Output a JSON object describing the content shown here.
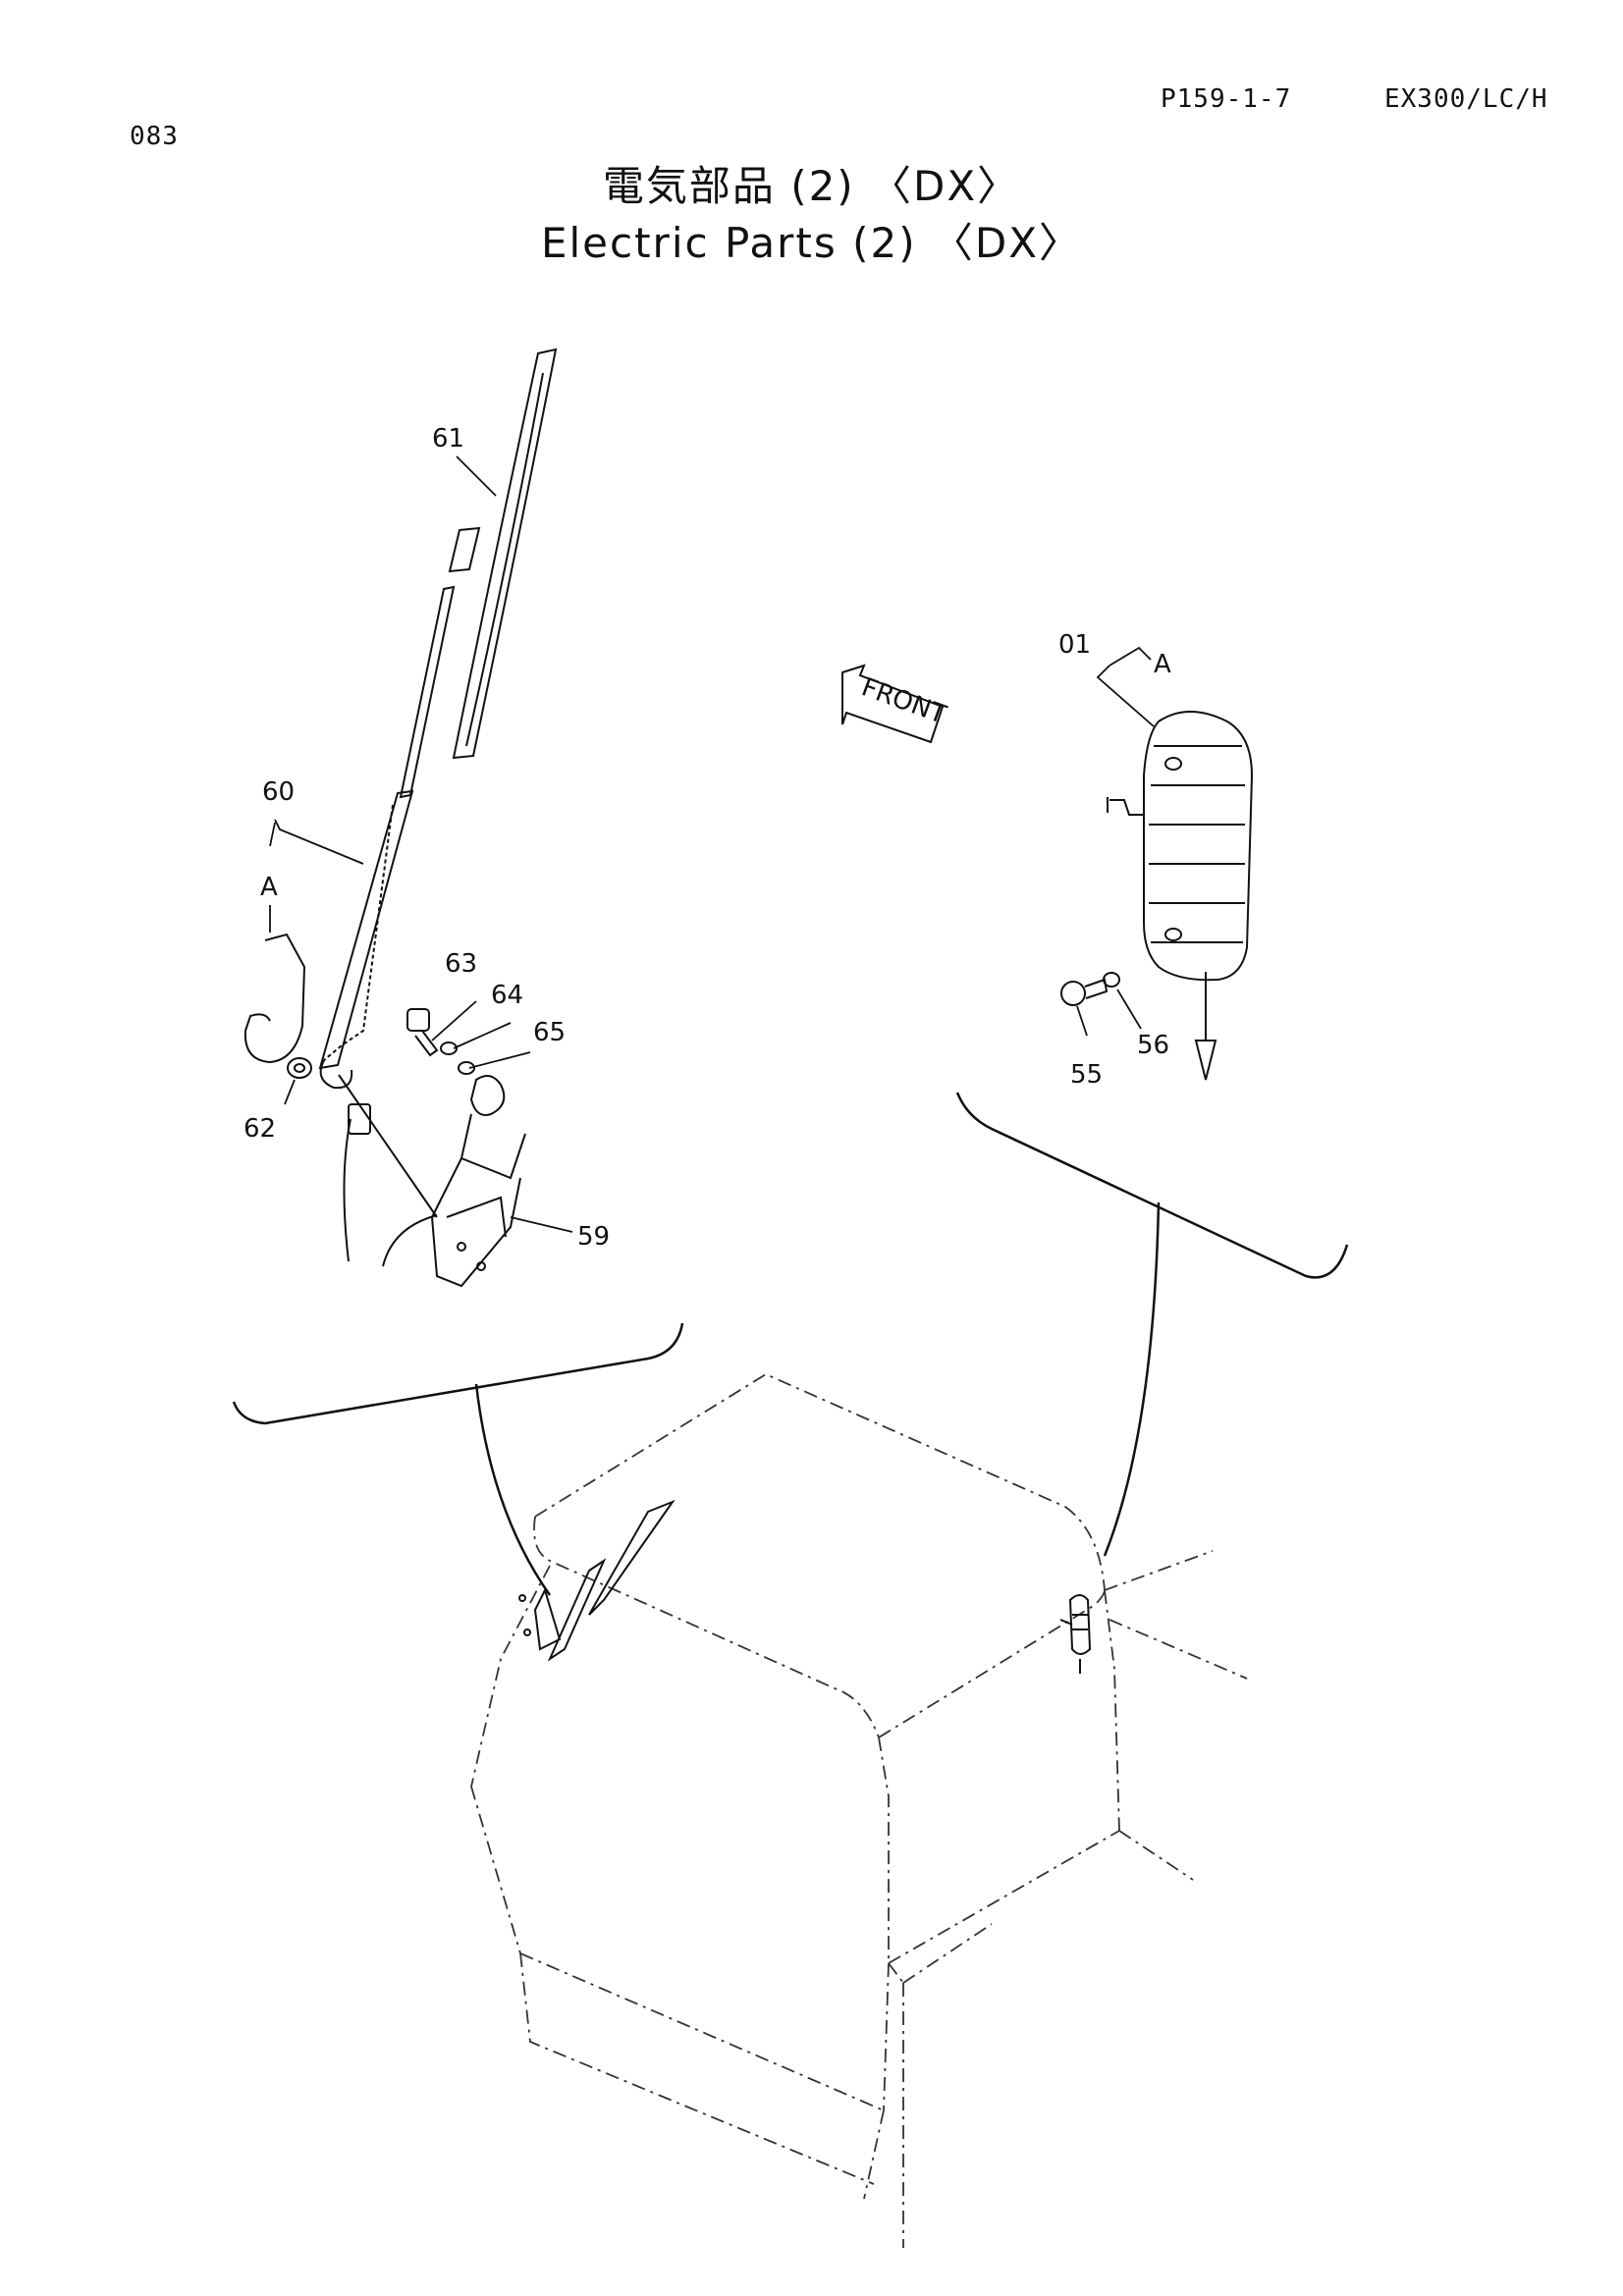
{
  "header": {
    "page_number": "083",
    "doc_code": "P159-1-7",
    "model": "EX300/LC/H"
  },
  "title": {
    "japanese": "電気部品 (2) 〈DX〉",
    "english": "Electric Parts (2) 〈DX〉"
  },
  "labels": {
    "front": "FRONT",
    "p01": "01",
    "pA1": "A",
    "pA2": "A",
    "p55": "55",
    "p56": "56",
    "p59": "59",
    "p60": "60",
    "p61": "61",
    "p62": "62",
    "p63": "63",
    "p64": "64",
    "p65": "65"
  }
}
